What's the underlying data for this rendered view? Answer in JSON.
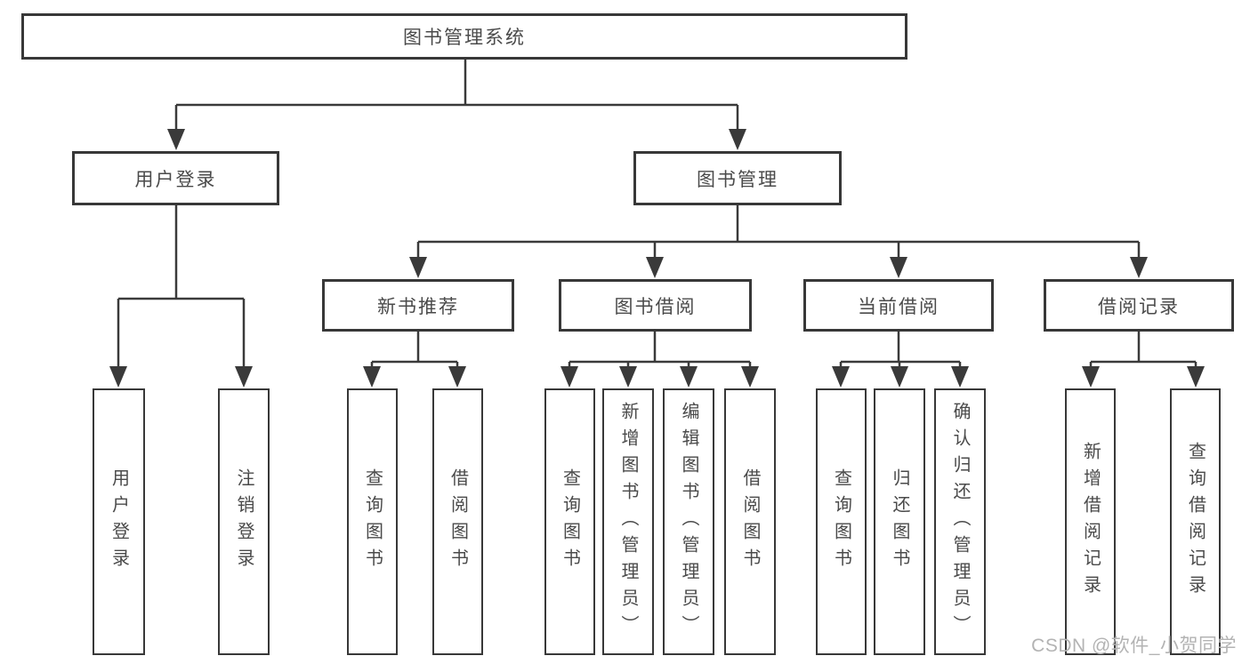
{
  "diagram": {
    "root": {
      "label": "图书管理系统"
    },
    "user_login": {
      "label": "用户登录",
      "children": [
        {
          "label": "用户登录"
        },
        {
          "label": "注销登录"
        }
      ]
    },
    "book_management": {
      "label": "图书管理",
      "modules": [
        {
          "label": "新书推荐",
          "children": [
            {
              "label": "查询图书"
            },
            {
              "label": "借阅图书"
            }
          ]
        },
        {
          "label": "图书借阅",
          "children": [
            {
              "label": "查询图书"
            },
            {
              "label": "新增图书（管理员）"
            },
            {
              "label": "编辑图书（管理员）"
            },
            {
              "label": "借阅图书"
            }
          ]
        },
        {
          "label": "当前借阅",
          "children": [
            {
              "label": "查询图书"
            },
            {
              "label": "归还图书"
            },
            {
              "label": "确认归还（管理员）"
            }
          ]
        },
        {
          "label": "借阅记录",
          "children": [
            {
              "label": "新增借阅记录"
            },
            {
              "label": "查询借阅记录"
            }
          ]
        }
      ]
    }
  },
  "watermark": {
    "text": "CSDN @软件_小贺同学"
  },
  "colors": {
    "line": "#3a3a3a",
    "box_border": "#383838",
    "text": "#4a4a4a",
    "watermark_text": "#b3b3b3",
    "background": "#ffffff"
  }
}
